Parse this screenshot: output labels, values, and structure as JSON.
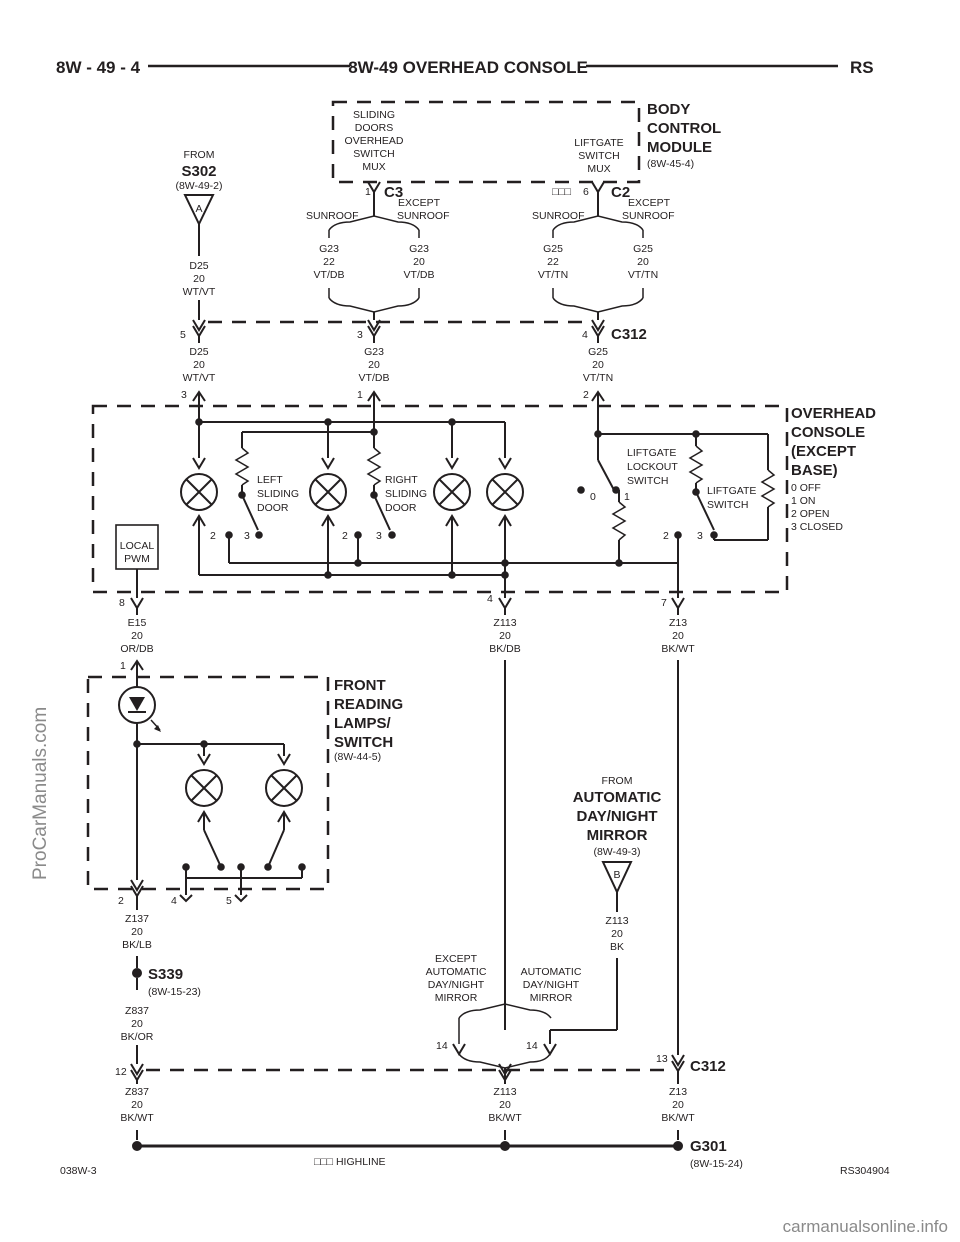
{
  "header": {
    "left": "8W - 49 - 4",
    "center": "8W-49 OVERHEAD CONSOLE",
    "right": "RS"
  },
  "bcm": {
    "title": [
      "BODY",
      "CONTROL",
      "MODULE"
    ],
    "ref": "(8W-45-4)",
    "sliding_mux": [
      "SLIDING",
      "DOORS",
      "OVERHEAD",
      "SWITCH",
      "MUX"
    ],
    "liftgate_mux": [
      "LIFTGATE",
      "SWITCH",
      "MUX"
    ],
    "c3_pin": "1",
    "c3": "C3",
    "c2_pin": "6",
    "c2": "C2",
    "c2_marks": "□□□"
  },
  "s302": {
    "from": "FROM",
    "name": "S302",
    "ref": "(8W-49-2)",
    "tag": "A"
  },
  "variants": {
    "sunroof": "SUNROOF",
    "except": "EXCEPT",
    "sunroof2": "SUNROOF"
  },
  "wires_top": {
    "g23_22": [
      "G23",
      "22",
      "VT/DB"
    ],
    "g23_20": [
      "G23",
      "20",
      "VT/DB"
    ],
    "g25_22": [
      "G25",
      "22",
      "VT/TN"
    ],
    "g25_20": [
      "G25",
      "20",
      "VT/TN"
    ],
    "d25": [
      "D25",
      "20",
      "WT/VT"
    ]
  },
  "c312_top": {
    "name": "C312",
    "pin_d25": "5",
    "pin_g23": "3",
    "pin_g25": "4",
    "d25": [
      "D25",
      "20",
      "WT/VT"
    ],
    "g23": [
      "G23",
      "20",
      "VT/DB"
    ],
    "g25": [
      "G25",
      "20",
      "VT/TN"
    ]
  },
  "console": {
    "title": [
      "OVERHEAD",
      "CONSOLE",
      "(EXCEPT",
      "BASE)"
    ],
    "states": [
      "0 OFF",
      "1 ON",
      "2 OPEN",
      "3 CLOSED"
    ],
    "pin_in_d25": "3",
    "pin_in_g23": "1",
    "pin_in_g25": "2",
    "left_door": [
      "LEFT",
      "SLIDING",
      "DOOR"
    ],
    "right_door": [
      "RIGHT",
      "SLIDING",
      "DOOR"
    ],
    "lockout": [
      "LIFTGATE",
      "LOCKOUT",
      "SWITCH"
    ],
    "liftgate_sw": [
      "LIFTGATE",
      "SWITCH"
    ],
    "pos0": "0",
    "pos1": "1",
    "pos2": "2",
    "pos3": "3",
    "local_pwm": [
      "LOCAL",
      "PWM"
    ],
    "pin_out_e15": "8",
    "pin_out_z113": "4",
    "pin_out_z13": "7"
  },
  "wires_mid": {
    "e15": [
      "E15",
      "20",
      "OR/DB"
    ],
    "z113": [
      "Z113",
      "20",
      "BK/DB"
    ],
    "z13": [
      "Z13",
      "20",
      "BK/WT"
    ]
  },
  "reading": {
    "title": [
      "FRONT",
      "READING",
      "LAMPS/",
      "SWITCH"
    ],
    "ref": "(8W-44-5)",
    "pin_in": "1",
    "pin_2": "2",
    "pin_4": "4",
    "pin_5": "5"
  },
  "wires_low": {
    "z137": [
      "Z137",
      "20",
      "BK/LB"
    ],
    "z837": [
      "Z837",
      "20",
      "BK/OR"
    ],
    "z113b": [
      "Z113",
      "20",
      "BK"
    ]
  },
  "s339": {
    "name": "S339",
    "ref": "(8W-15-23)"
  },
  "mirror": {
    "from": "FROM",
    "name": [
      "AUTOMATIC",
      "DAY/NIGHT",
      "MIRROR"
    ],
    "ref": "(8W-49-3)",
    "tag": "B"
  },
  "mirror_variants": {
    "except": [
      "EXCEPT",
      "AUTOMATIC",
      "DAY/NIGHT",
      "MIRROR"
    ],
    "auto": [
      "AUTOMATIC",
      "DAY/NIGHT",
      "MIRROR"
    ],
    "pin_a": "14",
    "pin_b": "14"
  },
  "c312_bottom": {
    "name": "C312",
    "pin_z837": "12",
    "pin_z13": "13",
    "z837": [
      "Z837",
      "20",
      "BK/WT"
    ],
    "z113": [
      "Z113",
      "20",
      "BK/WT"
    ],
    "z13": [
      "Z13",
      "20",
      "BK/WT"
    ]
  },
  "g301": {
    "name": "G301",
    "ref": "(8W-15-24)"
  },
  "footer": {
    "left": "038W-3",
    "mark": "□□□ HIGHLINE",
    "right": "RS304904"
  },
  "watermarks": {
    "side": "ProCarManuals.com",
    "bottom": "carmanualsonline.info"
  }
}
